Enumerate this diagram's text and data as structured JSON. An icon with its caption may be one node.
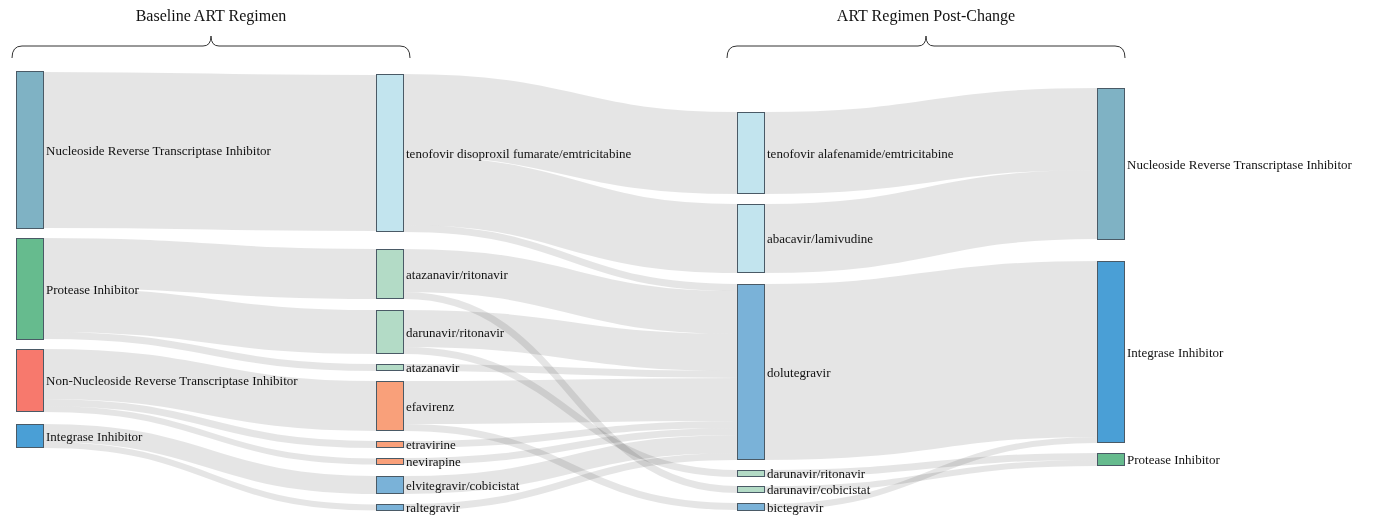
{
  "diagram": {
    "nodes": [
      {
        "text": [
          "Nucleoside Reverse Transcriptase Inhibitor"
        ]
      },
      {
        "text": [
          "Protease Inhibitor"
        ]
      },
      {
        "text": [
          "Non-Nucleoside Reverse Transcriptase Inhibitor"
        ]
      },
      {
        "text": [
          "Integrase Inhibitor"
        ]
      },
      {
        "text": [
          "tenofovir disoproxil fumarate/emtricitabine"
        ]
      },
      {
        "text": [
          "atazanavir/ritonavir"
        ]
      },
      {
        "text": [
          "darunavir/ritonavir"
        ]
      },
      {
        "text": [
          "atazanavir"
        ]
      },
      {
        "text": [
          "efavirenz"
        ]
      },
      {
        "text": [
          "etravirine"
        ]
      },
      {
        "text": [
          "nevirapine"
        ]
      },
      {
        "text": [
          "elvitegravir/cobicistat"
        ]
      },
      {
        "text": [
          "raltegravir"
        ]
      },
      {
        "text": [
          "tenofovir alafenamide/emtricitabine"
        ]
      },
      {
        "text": [
          "abacavir/lamivudine"
        ]
      },
      {
        "text": [
          "dolutegravir"
        ]
      },
      {
        "text": [
          "darunavir/ritonavir"
        ]
      },
      {
        "text": [
          "darunavir/cobicistat"
        ]
      },
      {
        "text": [
          "bictegravir"
        ]
      },
      {
        "text": [
          "Nucleoside Reverse Transcriptase Inhibitor"
        ]
      },
      {
        "text": [
          "Integrase Inhibitor"
        ]
      },
      {
        "text": [
          "Protease Inhibitor"
        ]
      }
    ],
    "edges": [
      {
        "from": 0,
        "to": 4,
        "arrow": "none",
        "style": "thick"
      },
      {
        "from": 1,
        "to": 5,
        "arrow": "none",
        "style": "thick"
      },
      {
        "from": 1,
        "to": 6,
        "arrow": "none",
        "style": "thick"
      },
      {
        "from": 1,
        "to": 7,
        "arrow": "none"
      },
      {
        "from": 2,
        "to": 8,
        "arrow": "none",
        "style": "thick"
      },
      {
        "from": 2,
        "to": 9,
        "arrow": "none"
      },
      {
        "from": 2,
        "to": 10,
        "arrow": "none"
      },
      {
        "from": 3,
        "to": 11,
        "arrow": "none",
        "style": "thick"
      },
      {
        "from": 3,
        "to": 12,
        "arrow": "none"
      },
      {
        "from": 4,
        "to": 13,
        "arrow": "none",
        "style": "thick"
      },
      {
        "from": 4,
        "to": 14,
        "arrow": "none",
        "style": "thick"
      },
      {
        "from": 4,
        "to": 15,
        "arrow": "none"
      },
      {
        "from": 5,
        "to": 15,
        "arrow": "none",
        "style": "thick"
      },
      {
        "from": 5,
        "to": 17,
        "arrow": "none"
      },
      {
        "from": 6,
        "to": 15,
        "arrow": "none",
        "style": "thick"
      },
      {
        "from": 6,
        "to": 16,
        "arrow": "none"
      },
      {
        "from": 7,
        "to": 15,
        "arrow": "none"
      },
      {
        "from": 8,
        "to": 15,
        "arrow": "none",
        "style": "thick"
      },
      {
        "from": 8,
        "to": 18,
        "arrow": "none"
      },
      {
        "from": 9,
        "to": 15,
        "arrow": "none"
      },
      {
        "from": 10,
        "to": 15,
        "arrow": "none"
      },
      {
        "from": 11,
        "to": 15,
        "arrow": "none",
        "style": "thick"
      },
      {
        "from": 12,
        "to": 15,
        "arrow": "none"
      },
      {
        "from": 13,
        "to": 19,
        "arrow": "none",
        "style": "thick"
      },
      {
        "from": 14,
        "to": 19,
        "arrow": "none",
        "style": "thick"
      },
      {
        "from": 15,
        "to": 20,
        "arrow": "none",
        "style": "thick"
      },
      {
        "from": 16,
        "to": 21,
        "arrow": "none"
      },
      {
        "from": 17,
        "to": 21,
        "arrow": "none"
      },
      {
        "from": 18,
        "to": 20,
        "arrow": "none"
      }
    ],
    "labels": [
      "Baseline ART Regimen",
      "ART Regimen Post-Change"
    ]
  }
}
